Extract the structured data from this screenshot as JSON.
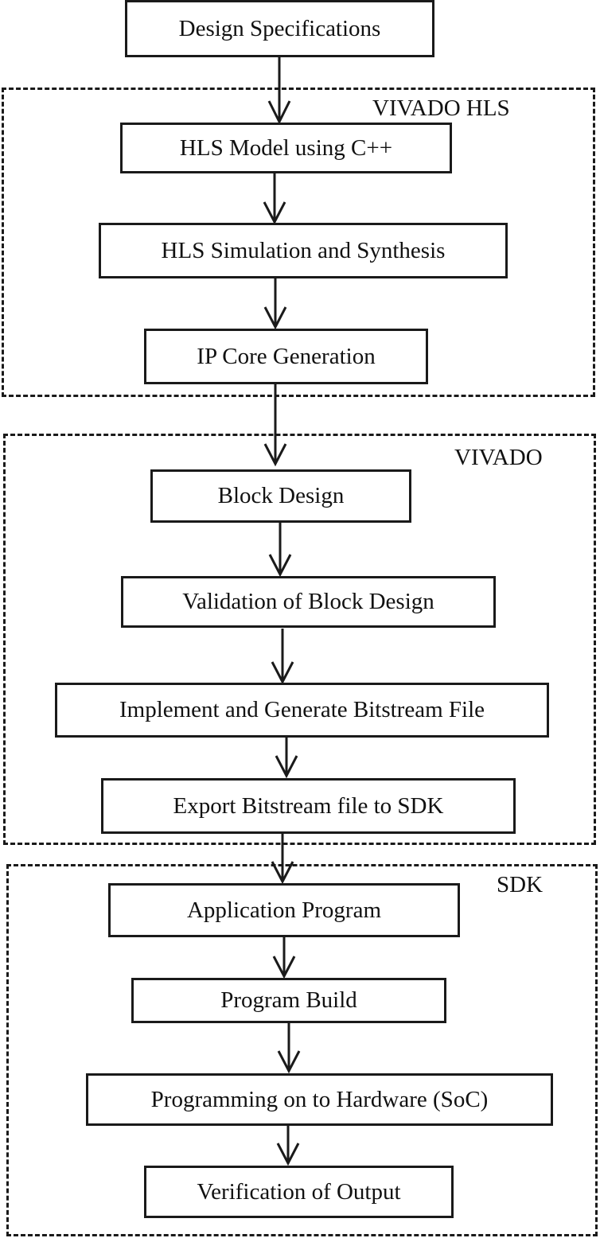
{
  "flow": {
    "start": "Design Specifications",
    "groups": [
      {
        "label": "VIVADO HLS",
        "steps": [
          "HLS Model using C++",
          "HLS Simulation and Synthesis",
          "IP Core Generation"
        ]
      },
      {
        "label": "VIVADO",
        "steps": [
          "Block Design",
          "Validation of Block Design",
          "Implement and Generate Bitstream File",
          "Export Bitstream file to SDK"
        ]
      },
      {
        "label": "SDK",
        "steps": [
          "Application Program",
          "Program Build",
          "Programming on to Hardware (SoC)",
          "Verification of Output"
        ]
      }
    ]
  }
}
